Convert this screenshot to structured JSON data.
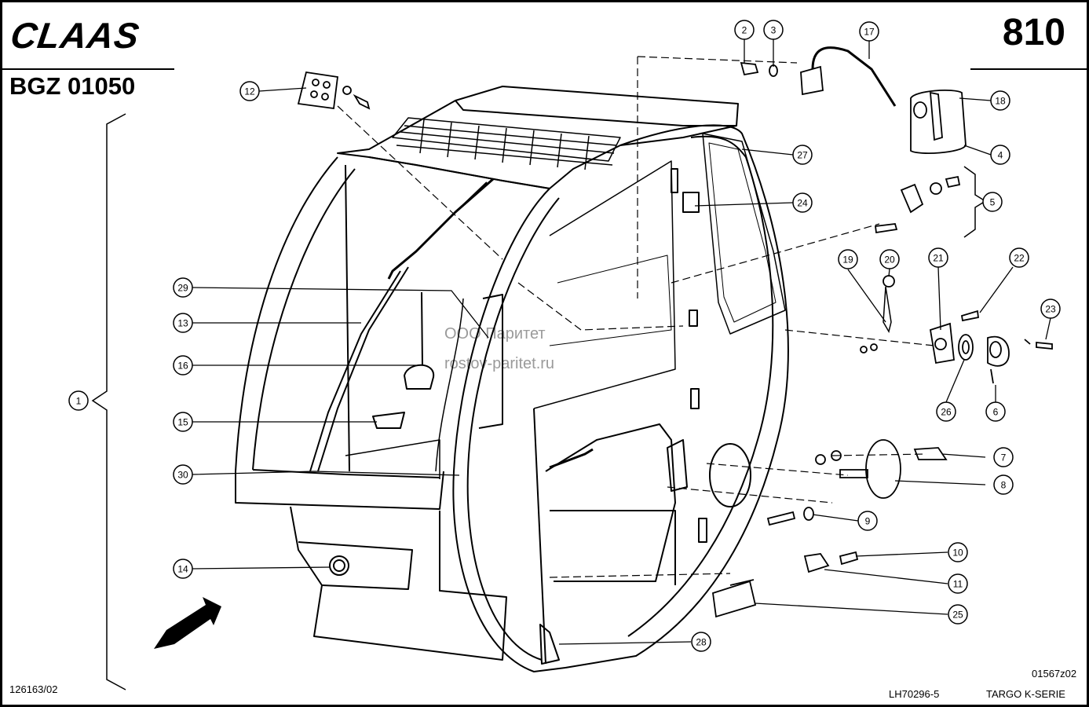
{
  "brand": "CLAAS",
  "page_number": "810",
  "document_code": "BGZ 01050",
  "footer": {
    "left_code": "126163/02",
    "drawing_code": "01567z02",
    "part_code": "LH70296-5",
    "series": "TARGO K-SERIE"
  },
  "watermark": {
    "line1": "ООО Паритет",
    "line2": "rostov-paritet.ru"
  },
  "callouts": [
    "1",
    "2",
    "3",
    "4",
    "5",
    "6",
    "7",
    "8",
    "9",
    "10",
    "11",
    "12",
    "13",
    "14",
    "15",
    "16",
    "17",
    "18",
    "19",
    "20",
    "21",
    "22",
    "23",
    "24",
    "25",
    "26",
    "27",
    "28",
    "29",
    "30"
  ]
}
